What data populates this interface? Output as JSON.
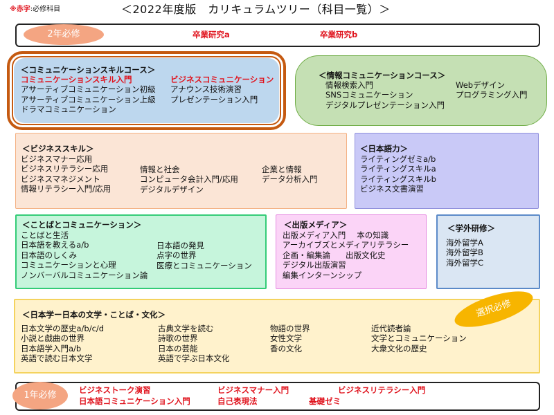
{
  "legend": {
    "red_word": "※赤字",
    "rest": ":必修科目"
  },
  "page_title": "＜2022年度版　カリキュラムツリー（科目一覧）＞",
  "year2": {
    "badge": "2年必修",
    "courses": [
      "卒業研究a",
      "卒業研究b"
    ]
  },
  "year1": {
    "badge": "1年必修",
    "row1": [
      "ビジネストーク演習",
      "ビジネスマナー入門",
      "ビジネスリテラシー入門"
    ],
    "row2": [
      "日本語コミュニケーション入門",
      "自己表現法",
      "基礎ゼミ"
    ]
  },
  "elective_badge": "選択必修",
  "comm_skill": {
    "title": "＜コミュニケーションスキルコース＞",
    "left": [
      "コミュニケーションスキル入門",
      "アサーティブコミュニケーション初級",
      "アサーティブコミュニケーション上級",
      "ドラマコミュニケーション"
    ],
    "right": [
      "ビジネスコミュニケーション",
      "アナウンス技術演習",
      "プレゼンテーション入門"
    ]
  },
  "info_comm": {
    "title": "＜情報コミュニケーションコース＞",
    "left": [
      "情報検索入門",
      "SNSコミュニケーション",
      "デジタルプレゼンテーション入門"
    ],
    "right": [
      "Webデザイン",
      "プログラミング入門"
    ]
  },
  "biz_skill": {
    "title": "＜ビジネススキル＞",
    "col1": [
      "ビジネスマナー応用",
      "ビジネスリテラシー応用",
      "ビジネスマネジメント",
      "情報リテラシー入門/応用"
    ],
    "col2": [
      "情報と社会",
      "コンピュータ会計入門/応用",
      "デジタルデザイン"
    ],
    "col3": [
      "企業と情報",
      "データ分析入門"
    ]
  },
  "jp_power": {
    "title": "＜日本語力＞",
    "items": [
      "ライティングゼミa/b",
      "ライティングスキルa",
      "ライティングスキルb",
      "ビジネス文書演習"
    ]
  },
  "words_comm": {
    "title": "＜ことばとコミュニケーション＞",
    "col1": [
      "ことばと生活",
      "日本語を教えるa/b",
      "日本語のしくみ",
      "コミュニケーションと心理",
      "ノンバーバルコミュニケーション論"
    ],
    "col2": [
      "日本語の発見",
      "点字の世界",
      "医療とコミュニケーション"
    ]
  },
  "publishing": {
    "title": "＜出版メディア＞",
    "rows": [
      [
        "出版メディア入門",
        "本の知識"
      ],
      [
        "アーカイブズとメディアリテラシー",
        ""
      ],
      [
        "企画・編集論",
        "出版文化史"
      ],
      [
        "デジタル出版演習",
        ""
      ],
      [
        "編集インターンシップ",
        ""
      ]
    ]
  },
  "external": {
    "title": "＜学外研修＞",
    "items": [
      "海外留学A",
      "海外留学B",
      "海外留学C"
    ]
  },
  "japanology": {
    "title": "＜日本学ー日本の文学・ことば・文化＞",
    "col1": [
      "日本文学の歴史a/b/c/d",
      "小説と戯曲の世界",
      "日本語学入門a/b",
      "英語で読む日本文学"
    ],
    "col2": [
      "古典文学を読む",
      "詩歌の世界",
      "日本の芸能",
      "英語で学ぶ日本文化"
    ],
    "col3": [
      "物語の世界",
      "女性文学",
      "香の文化"
    ],
    "col4": [
      "近代読者論",
      "文学とコミュニケーション",
      "大衆文化の歴史"
    ]
  },
  "colors": {
    "required_red": "#e0141e",
    "badge_salmon": "#f4a582",
    "comm_skill_fill": "#bdd7ee",
    "comm_skill_ring": "#c55a11",
    "info_fill": "#c5e0b4",
    "info_border": "#70ad47",
    "biz_fill": "#fbe5d6",
    "biz_border": "#f4b183",
    "jp_fill": "#c9c9f7",
    "jp_border": "#8f8fdc",
    "words_fill": "#c6f5dc",
    "words_border": "#33cc77",
    "pub_fill": "#fbd4f7",
    "pub_border": "#e58ae0",
    "ext_fill": "#dae6f3",
    "ext_border": "#5b8ac8",
    "jpn_fill": "#fff2cc",
    "jpn_border": "#f4d35e",
    "gold_badge": "#f7b500"
  }
}
